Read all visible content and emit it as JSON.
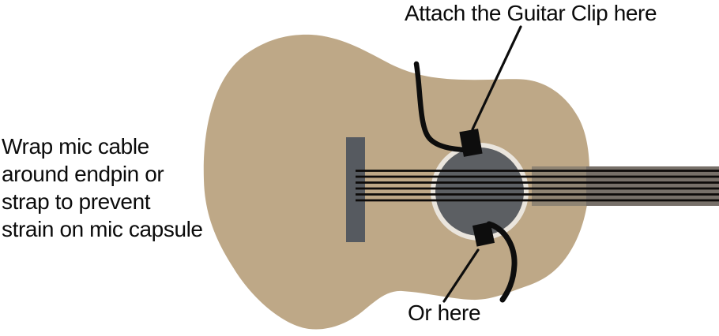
{
  "figure": {
    "subject": "acoustic-guitar-mic-clip-attachment-diagram"
  },
  "annotations": {
    "attach_top": "Attach the Guitar Clip here",
    "wrap_lines": [
      "Wrap mic cable",
      "around endpin or",
      "strap to prevent",
      "strain on mic capsule"
    ],
    "or_here": "Or here"
  },
  "colors": {
    "background": "#ffffff",
    "body": "#bea887",
    "bridge": "#565a60",
    "soundhole": "#5c5f63",
    "rosette_ring": "#eae5dd",
    "neck": "#777069",
    "neck_overlap_tint": "rgba(190,168,135,0.35)",
    "string": "#0c0a09",
    "cable": "#0d0d0d",
    "clip": "#0d0d0d",
    "pointer_line": "#0d0d0d",
    "text": "#0b0b0b"
  }
}
